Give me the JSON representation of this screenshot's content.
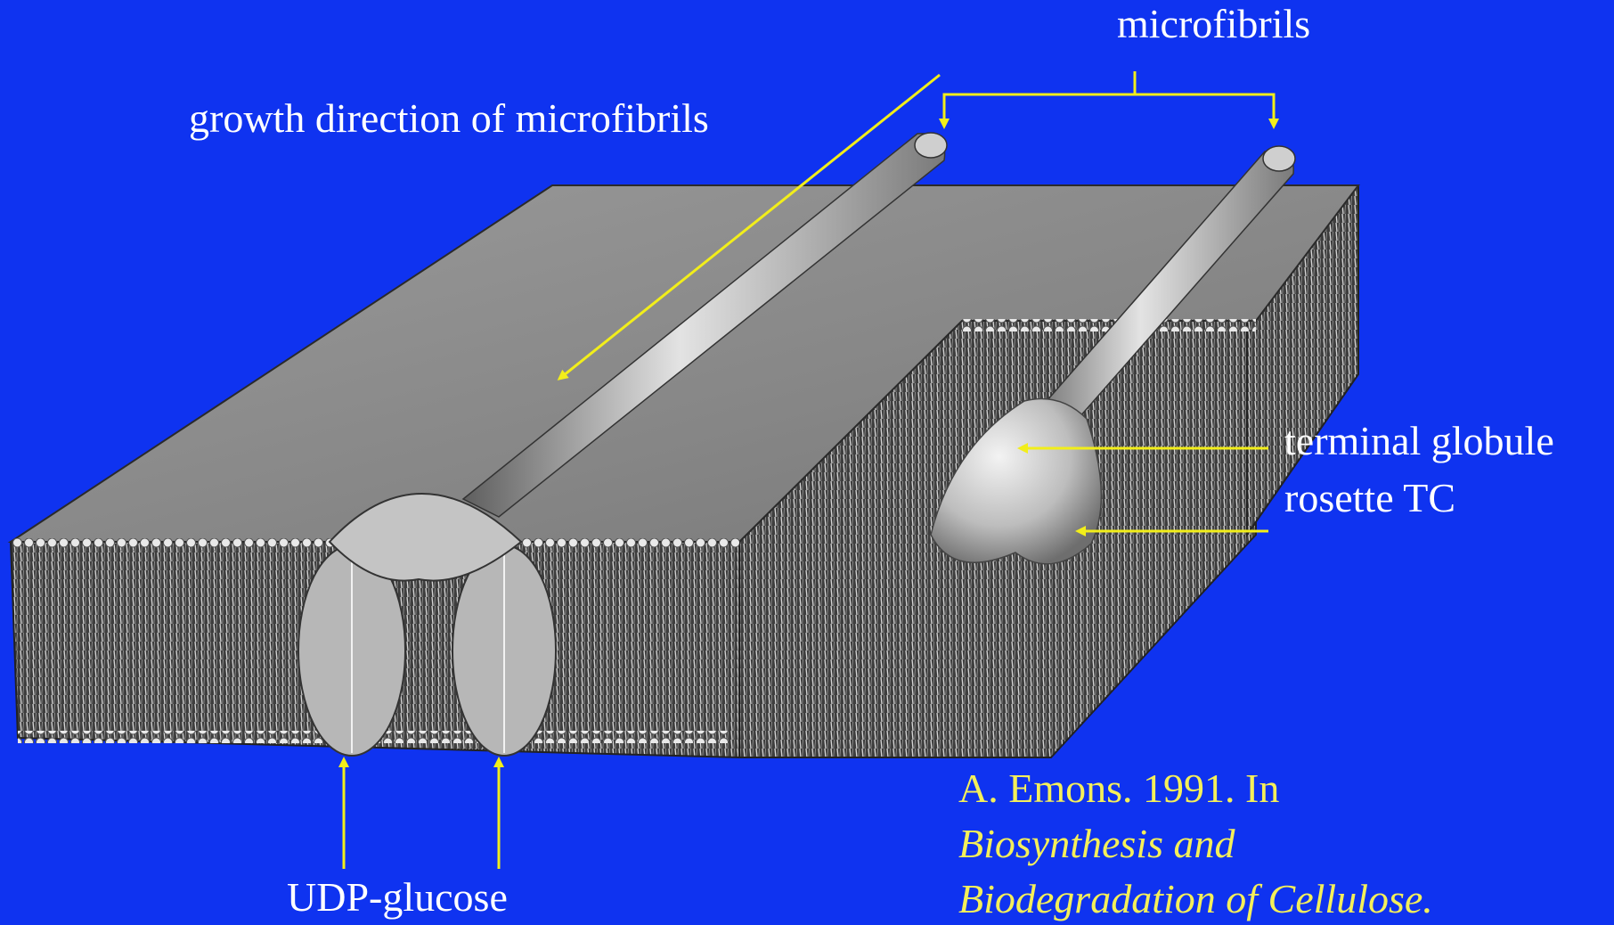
{
  "slide": {
    "background": "#0f33f0",
    "annotation_color": "#f2ee1a",
    "labels": {
      "microfibrils": "microfibrils",
      "growth_direction": "growth direction of microfibrils",
      "terminal_globule": "terminal globule",
      "rosette_tc": "rosette TC",
      "udp_glucose": "UDP-glucose"
    },
    "citation": {
      "line1": "A. Emons. 1991. In",
      "line2": "Biosynthesis and",
      "line3": "Biodegradation of Cellulose."
    },
    "illustration": {
      "subject": "cellulose-synthase-membrane-illustration",
      "colors": {
        "top_surface": "#8a8a8a",
        "membrane_side": "#5c5c5c",
        "protein": "#b9b9b9"
      }
    }
  }
}
